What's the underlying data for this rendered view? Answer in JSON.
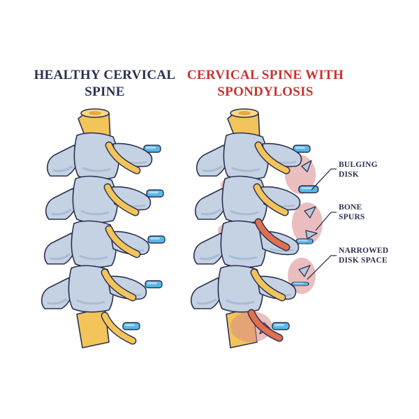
{
  "titles": {
    "healthy": {
      "line1": "HEALTHY CERVICAL",
      "line2": "SPINE"
    },
    "spondylosis": {
      "line1": "CERVICAL SPINE WITH",
      "line2": "SPONDYLOSIS"
    }
  },
  "labels": {
    "bulging_disk": {
      "line1": "BULGING",
      "line2": "DISK"
    },
    "bone_spurs": {
      "line1": "BONE",
      "line2": "SPURS"
    },
    "narrowed_disk_space": {
      "line1": "NARROWED",
      "line2": "DISK SPACE"
    }
  },
  "colors": {
    "healthy_title": "#2b3050",
    "spondylosis_title": "#c8342f",
    "bone": "#c4d2e4",
    "bone_shade": "#a9bbd3",
    "outline": "#2b3050",
    "disk": "#5ab8e6",
    "nerve": "#f3c45a",
    "inflamed": "#d98a8a",
    "spur_nerve": "#e0704f"
  }
}
